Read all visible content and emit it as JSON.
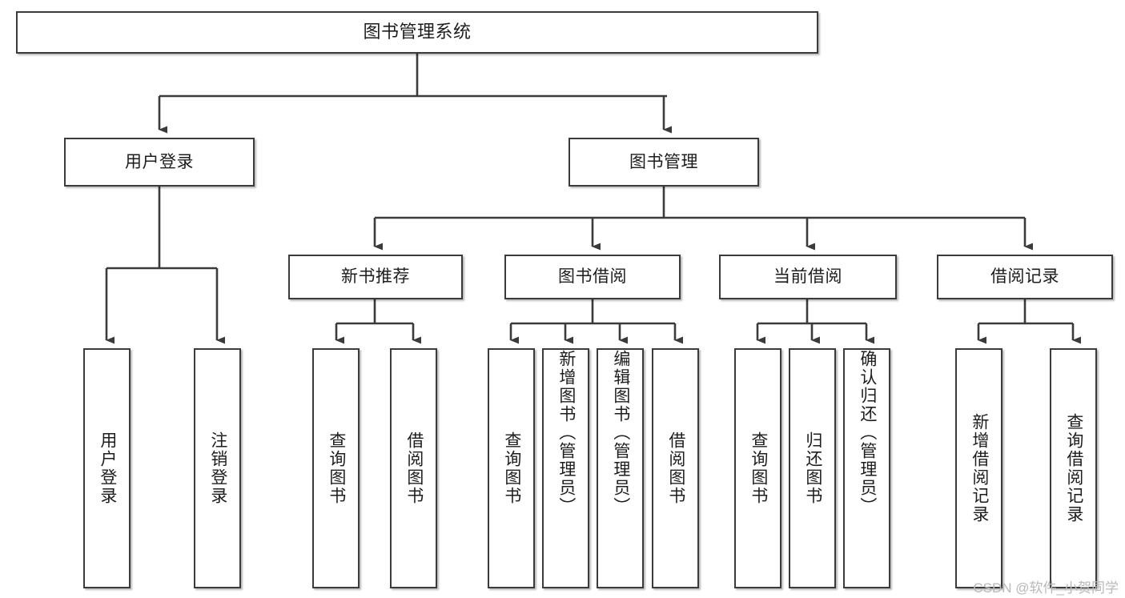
{
  "diagram": {
    "type": "tree-hierarchy",
    "title": "图书管理系统",
    "colors": {
      "box_border": "#3b3b3b",
      "box_fill": "#ffffff",
      "edge": "#3b3b3b",
      "text": "#1d1d1d",
      "watermark": "#b9b9b9"
    },
    "root": {
      "label": "图书管理系统"
    },
    "level2": [
      {
        "label": "用户登录"
      },
      {
        "label": "图书管理"
      }
    ],
    "level3": [
      {
        "label": "新书推荐"
      },
      {
        "label": "图书借阅"
      },
      {
        "label": "当前借阅"
      },
      {
        "label": "借阅记录"
      }
    ],
    "leaves": {
      "user_login": [
        {
          "label": "用户登录"
        },
        {
          "label": "注销登录"
        }
      ],
      "new_book_recommend": [
        {
          "label": "查询图书"
        },
        {
          "label": "借阅图书"
        }
      ],
      "book_borrow": [
        {
          "label": "查询图书"
        },
        {
          "label": "新增图书（管理员）"
        },
        {
          "label": "编辑图书（管理员）"
        },
        {
          "label": "借阅图书"
        }
      ],
      "current_borrow": [
        {
          "label": "查询图书"
        },
        {
          "label": "归还图书"
        },
        {
          "label": "确认归还（管理员）"
        }
      ],
      "borrow_record": [
        {
          "label": "新增借阅记录"
        },
        {
          "label": "查询借阅记录"
        }
      ]
    }
  },
  "watermark": {
    "text": "CSDN @软件_小贺同学"
  }
}
